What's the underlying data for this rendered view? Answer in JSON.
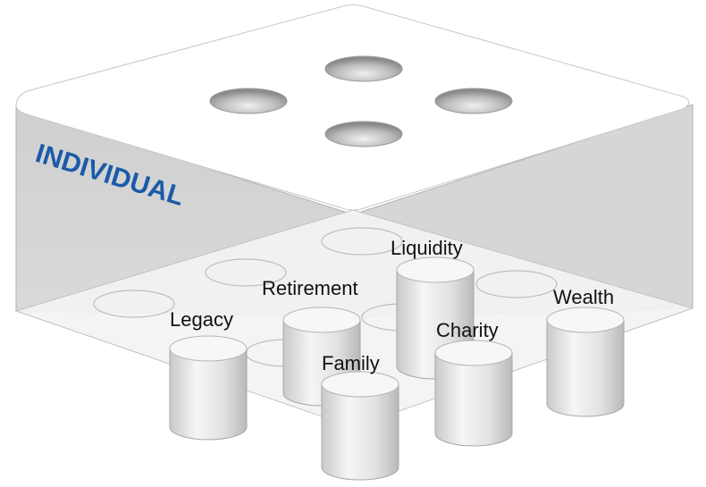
{
  "title": "INDIVIDUAL",
  "pillars": [
    {
      "label": "Legacy"
    },
    {
      "label": "Retirement"
    },
    {
      "label": "Liquidity"
    },
    {
      "label": "Wealth"
    },
    {
      "label": "Charity"
    },
    {
      "label": "Family"
    }
  ],
  "colors": {
    "title": "#1a5aa8",
    "side_wall": "#d3d3d3",
    "top_face": "#ffffff",
    "glass_floor": "#f2f2f2",
    "outline": "#9a9a9a",
    "cylinder_light": "#f4f4f4",
    "cylinder_dark": "#c8c8c8"
  }
}
